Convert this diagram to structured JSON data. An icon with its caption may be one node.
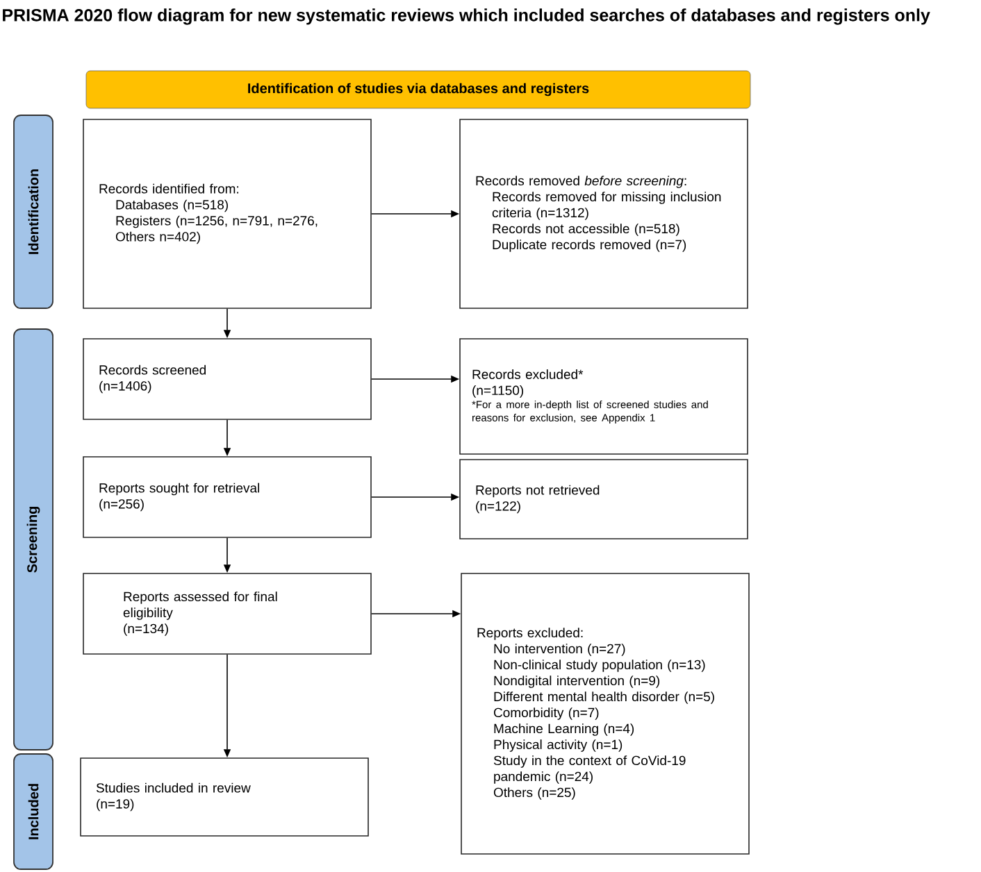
{
  "diagram": {
    "title": "PRISMA 2020 flow diagram for new systematic reviews which included searches of databases and registers only",
    "nodes": [
      {
        "text": [
          "Identification of studies via databases and registers"
        ]
      },
      {
        "text": [
          "Identification"
        ]
      },
      {
        "text": [
          "Records identified from:",
          "Databases (n=518)",
          "Registers (n=1256, n=791, n=276, Others n=402)"
        ]
      },
      {
        "text": [
          "Records removed *before screening*:",
          "Records removed for missing inclusion criteria (n=1312)",
          "Records not accessible (n=518)",
          "Duplicate records removed (n=7)"
        ]
      },
      {
        "text": [
          "Screening"
        ]
      },
      {
        "text": [
          "Records screened",
          "(n=1406)"
        ]
      },
      {
        "text": [
          "Records excluded*",
          "(n=1150)",
          "*For a more in-depth list of screened studies and reasons for exclusion, see Appendix 1"
        ]
      },
      {
        "text": [
          "Reports sought for retrieval",
          "(n=256)"
        ]
      },
      {
        "text": [
          "Reports not retrieved",
          "(n=122)"
        ]
      },
      {
        "text": [
          "Reports assessed for final eligibility",
          "(n=134)"
        ]
      },
      {
        "text": [
          "Reports excluded:",
          "No intervention (n=27)",
          "Non-clinical study population (n=13)",
          "Nondigital intervention (n=9)",
          "Different mental health disorder (n=5)",
          "Comorbidity (n=7)",
          "Machine Learning (n=4)",
          "Physical activity (n=1)",
          "Study in the context of CoVid-19 pandemic (n=24)",
          "Others (n=25)"
        ]
      },
      {
        "text": [
          "Included"
        ]
      },
      {
        "text": [
          "Studies included in review",
          "(n=19)"
        ]
      }
    ],
    "edges": [
      {
        "from": 2,
        "to": 3,
        "arrow": "to"
      },
      {
        "from": 2,
        "to": 5,
        "arrow": "to"
      },
      {
        "from": 5,
        "to": 6,
        "arrow": "to"
      },
      {
        "from": 5,
        "to": 7,
        "arrow": "to"
      },
      {
        "from": 7,
        "to": 8,
        "arrow": "to"
      },
      {
        "from": 7,
        "to": 9,
        "arrow": "to"
      },
      {
        "from": 9,
        "to": 10,
        "arrow": "to"
      },
      {
        "from": 9,
        "to": 12,
        "arrow": "to"
      }
    ]
  }
}
